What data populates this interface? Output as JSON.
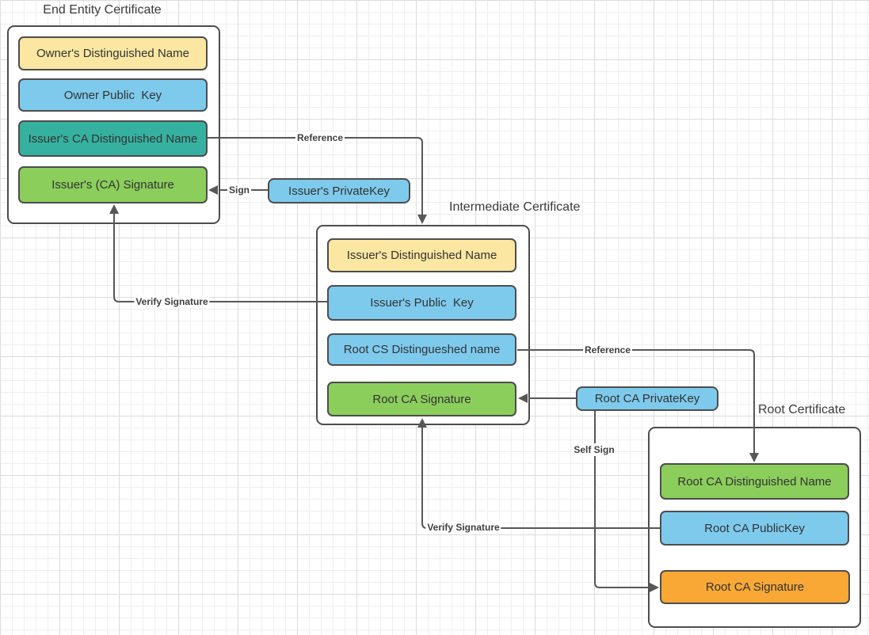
{
  "palette": {
    "field_yellow": "#fbe7a1",
    "field_blue": "#7ecaed",
    "field_teal": "#36b1a0",
    "field_green": "#8bce5c",
    "field_orange": "#f9a836",
    "shape_border": "#4d4d4d",
    "connector_line": "#575757",
    "text": "#3a3a3a",
    "grid_minor": "#efefef",
    "grid_major": "#dcdcdc",
    "background": "#ffffff"
  },
  "groups": [
    {
      "title": "End Entity Certificate",
      "fields": [
        {
          "label": "Owner's Distinguished Name",
          "color": "yellow"
        },
        {
          "label": "Owner Public  Key",
          "color": "blue"
        },
        {
          "label": "Issuer's CA Distinguished Name",
          "color": "teal"
        },
        {
          "label": "Issuer's (CA) Signature",
          "color": "green"
        }
      ]
    },
    {
      "title": "Intermediate Certificate",
      "fields": [
        {
          "label": "Issuer's Distinguished Name",
          "color": "yellow"
        },
        {
          "label": "Issuer's Public  Key",
          "color": "blue"
        },
        {
          "label": "Root CS Distingueshed name",
          "color": "blue"
        },
        {
          "label": "Root CA Signature",
          "color": "green"
        }
      ]
    },
    {
      "title": "Root Certificate",
      "fields": [
        {
          "label": "Root CA Distinguished Name",
          "color": "green"
        },
        {
          "label": "Root CA PublicKey",
          "color": "blue"
        },
        {
          "label": "Root CA Signature",
          "color": "orange"
        }
      ]
    }
  ],
  "keys": [
    {
      "label": "Issuer's PrivateKey",
      "color": "blue"
    },
    {
      "label": "Root CA PrivateKey",
      "color": "blue"
    }
  ],
  "connectors": [
    {
      "label": "Reference",
      "from": "Issuer's CA Distinguished Name",
      "to": "Intermediate Certificate"
    },
    {
      "label": "Sign",
      "from": "Issuer's PrivateKey",
      "to": "Issuer's (CA) Signature"
    },
    {
      "label": "Verify Signature",
      "from": "Issuer's Public  Key",
      "to": "Issuer's (CA) Signature"
    },
    {
      "label": "Reference",
      "from": "Root CS Distingueshed name",
      "to": "Root CA Distinguished Name"
    },
    {
      "label": "",
      "from": "Root CA PrivateKey",
      "to": "Root CA Signature (Intermediate Certificate)"
    },
    {
      "label": "Self Sign",
      "from": "Root CA PrivateKey",
      "to": "Root CA Signature (Root Certificate)"
    },
    {
      "label": "Verify Signature",
      "from": "Root CA PublicKey",
      "to": "Root CA Signature (Intermediate Certificate)"
    }
  ]
}
